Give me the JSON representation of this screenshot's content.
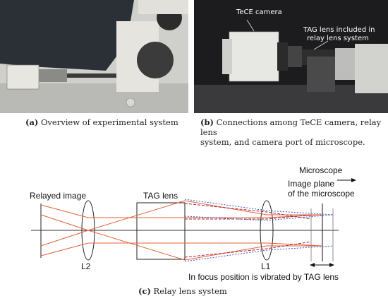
{
  "panel_a": {
    "label": "(a)",
    "caption": "Overview of experimental system"
  },
  "panel_b": {
    "label": "(b)",
    "caption_line1": "Connections among TeCE camera, relay lens",
    "caption_line2": "system, and camera port of microscope.",
    "photo_labels": {
      "camera": "TeCE camera",
      "tag_line1": "TAG lens included in",
      "tag_line2": "relay lens system"
    }
  },
  "panel_c": {
    "label": "(c)",
    "caption": "Relay lens system",
    "labels": {
      "microscope": "Microscope",
      "image_plane_line1": "Image plane",
      "image_plane_line2": "of the microscope",
      "relayed_image": "Relayed image",
      "tag_lens": "TAG lens",
      "l2": "L2",
      "l1": "L1",
      "focus_note": "In focus position is vibrated by TAG lens"
    }
  },
  "colors": {
    "ray_solid": "#e0603a",
    "ray_dashed_red": "#b0203a",
    "ray_dashed_blue": "#3a5cc0"
  }
}
